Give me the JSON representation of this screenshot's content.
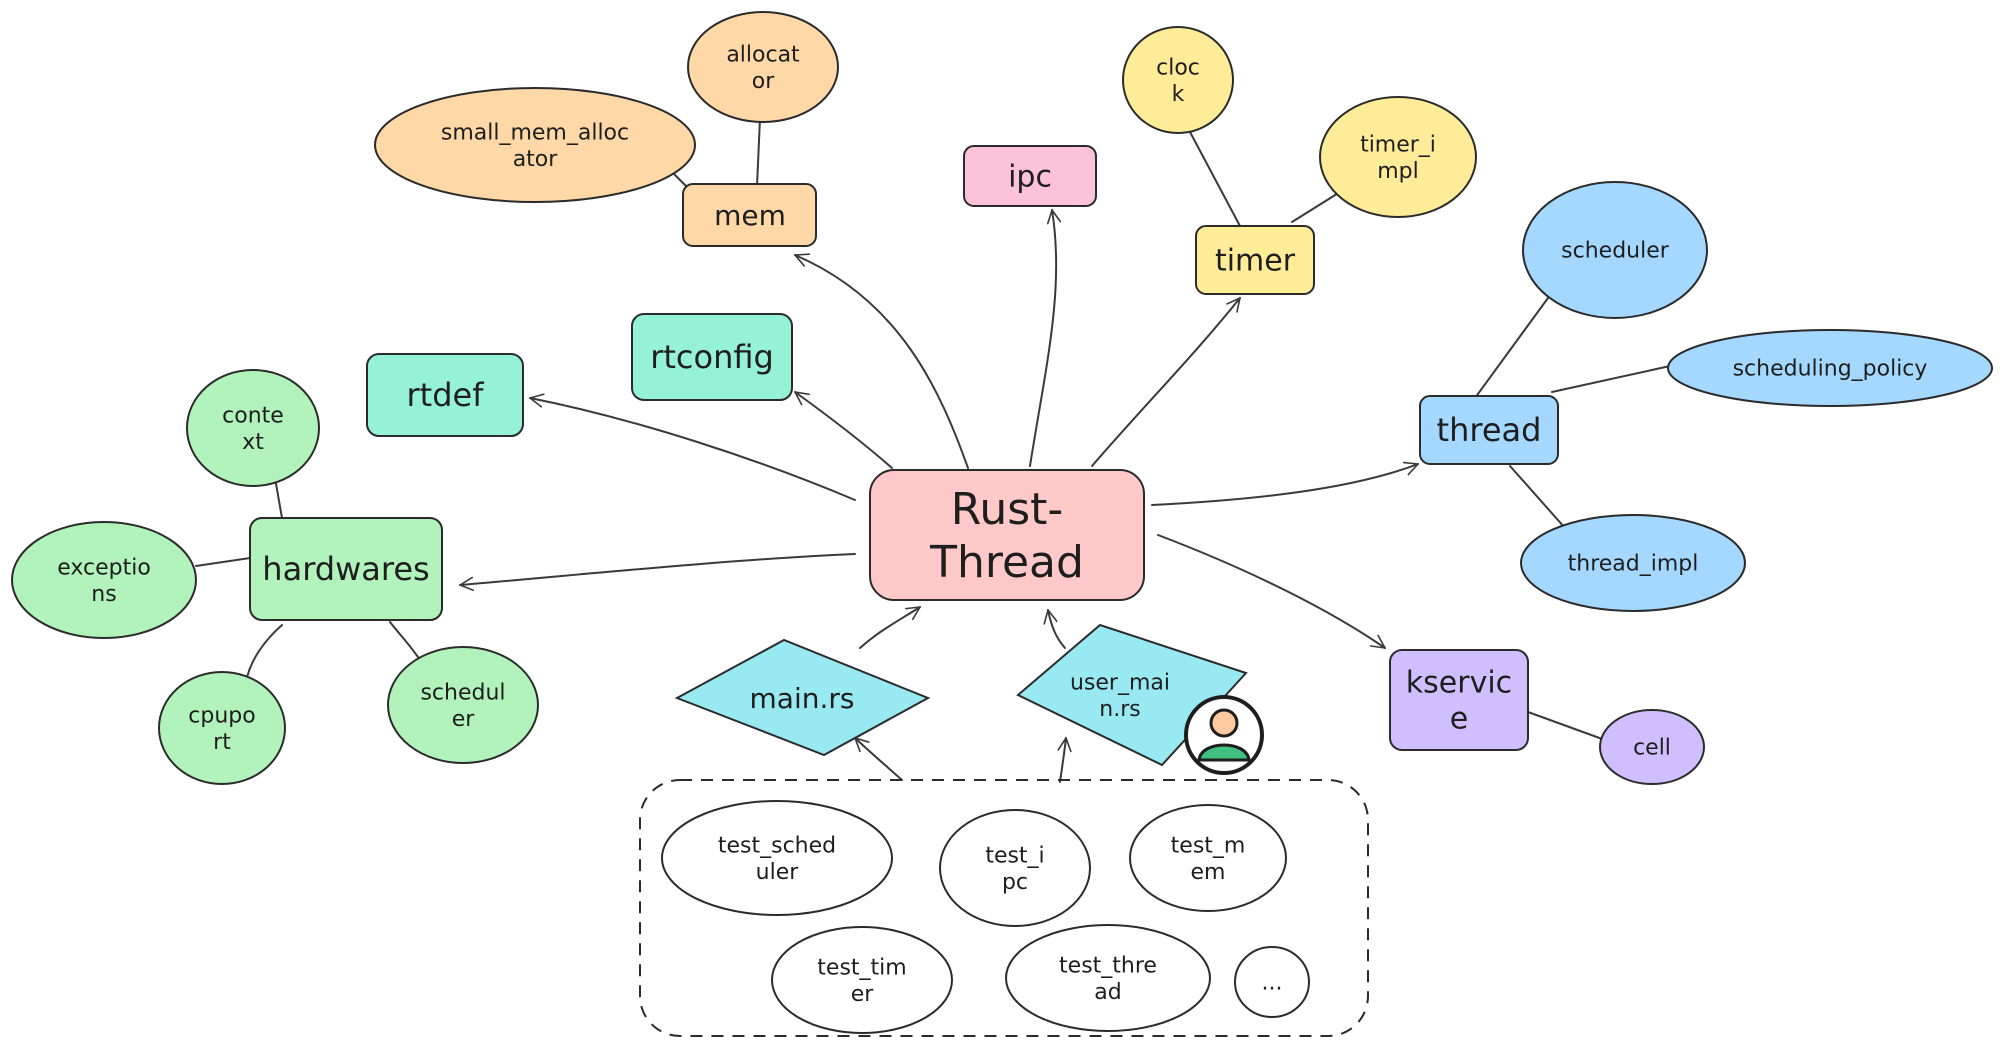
{
  "colors": {
    "pink": "#ffc9c9",
    "orange": "#ffd8a8",
    "yellow": "#ffec99",
    "blue": "#a5d8ff",
    "green": "#b2f2bb",
    "teal": "#96f2d7",
    "cyan": "#99e9f2",
    "purple": "#d0bfff",
    "ipc": "#fcc2d7",
    "white": "#ffffff"
  },
  "nodes": {
    "rust_thread": [
      "Rust-",
      "Thread"
    ],
    "mem": [
      "mem"
    ],
    "allocator": [
      "allocat",
      "or"
    ],
    "small_mem_allocator": [
      "small_mem_alloc",
      "ator"
    ],
    "ipc": [
      "ipc"
    ],
    "timer": [
      "timer"
    ],
    "clock": [
      "cloc",
      "k"
    ],
    "timer_impl": [
      "timer_i",
      "mpl"
    ],
    "thread": [
      "thread"
    ],
    "scheduler": [
      "scheduler"
    ],
    "scheduling_policy": [
      "scheduling_policy"
    ],
    "thread_impl": [
      "thread_impl"
    ],
    "kservice": [
      "kservic",
      "e"
    ],
    "cell": [
      "cell"
    ],
    "rtconfig": [
      "rtconfig"
    ],
    "rtdef": [
      "rtdef"
    ],
    "hardwares": [
      "hardwares"
    ],
    "context": [
      "conte",
      "xt"
    ],
    "exceptions": [
      "exceptio",
      "ns"
    ],
    "cpuport": [
      "cpupo",
      "rt"
    ],
    "hw_scheduler": [
      "schedul",
      "er"
    ],
    "main_rs": [
      "main.rs"
    ],
    "user_main_rs": [
      "user_mai",
      "n.rs"
    ],
    "test_scheduler": [
      "test_sched",
      "uler"
    ],
    "test_ipc": [
      "test_i",
      "pc"
    ],
    "test_mem": [
      "test_m",
      "em"
    ],
    "test_timer": [
      "test_tim",
      "er"
    ],
    "test_thread": [
      "test_thre",
      "ad"
    ],
    "more": [
      "..."
    ]
  }
}
